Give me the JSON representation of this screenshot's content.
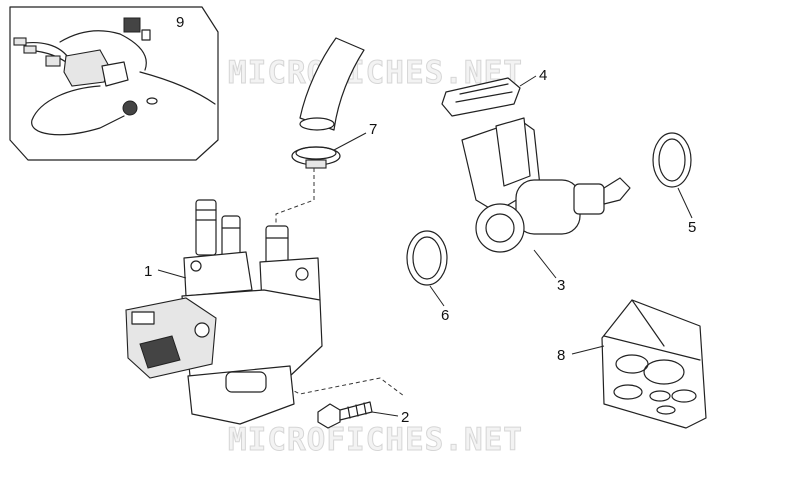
{
  "watermark": {
    "top_text": "MICROFICHES.NET",
    "bottom_text": "MICROFICHES.NET"
  },
  "callouts": [
    {
      "id": "1",
      "label": "1"
    },
    {
      "id": "2",
      "label": "2"
    },
    {
      "id": "3",
      "label": "3"
    },
    {
      "id": "4",
      "label": "4"
    },
    {
      "id": "5",
      "label": "5"
    },
    {
      "id": "6",
      "label": "6"
    },
    {
      "id": "7",
      "label": "7"
    },
    {
      "id": "8",
      "label": "8"
    },
    {
      "id": "9",
      "label": "9"
    }
  ],
  "colors": {
    "line": "#222222",
    "shade": "#e6e6e6",
    "watermark": "#d6d6d6"
  }
}
